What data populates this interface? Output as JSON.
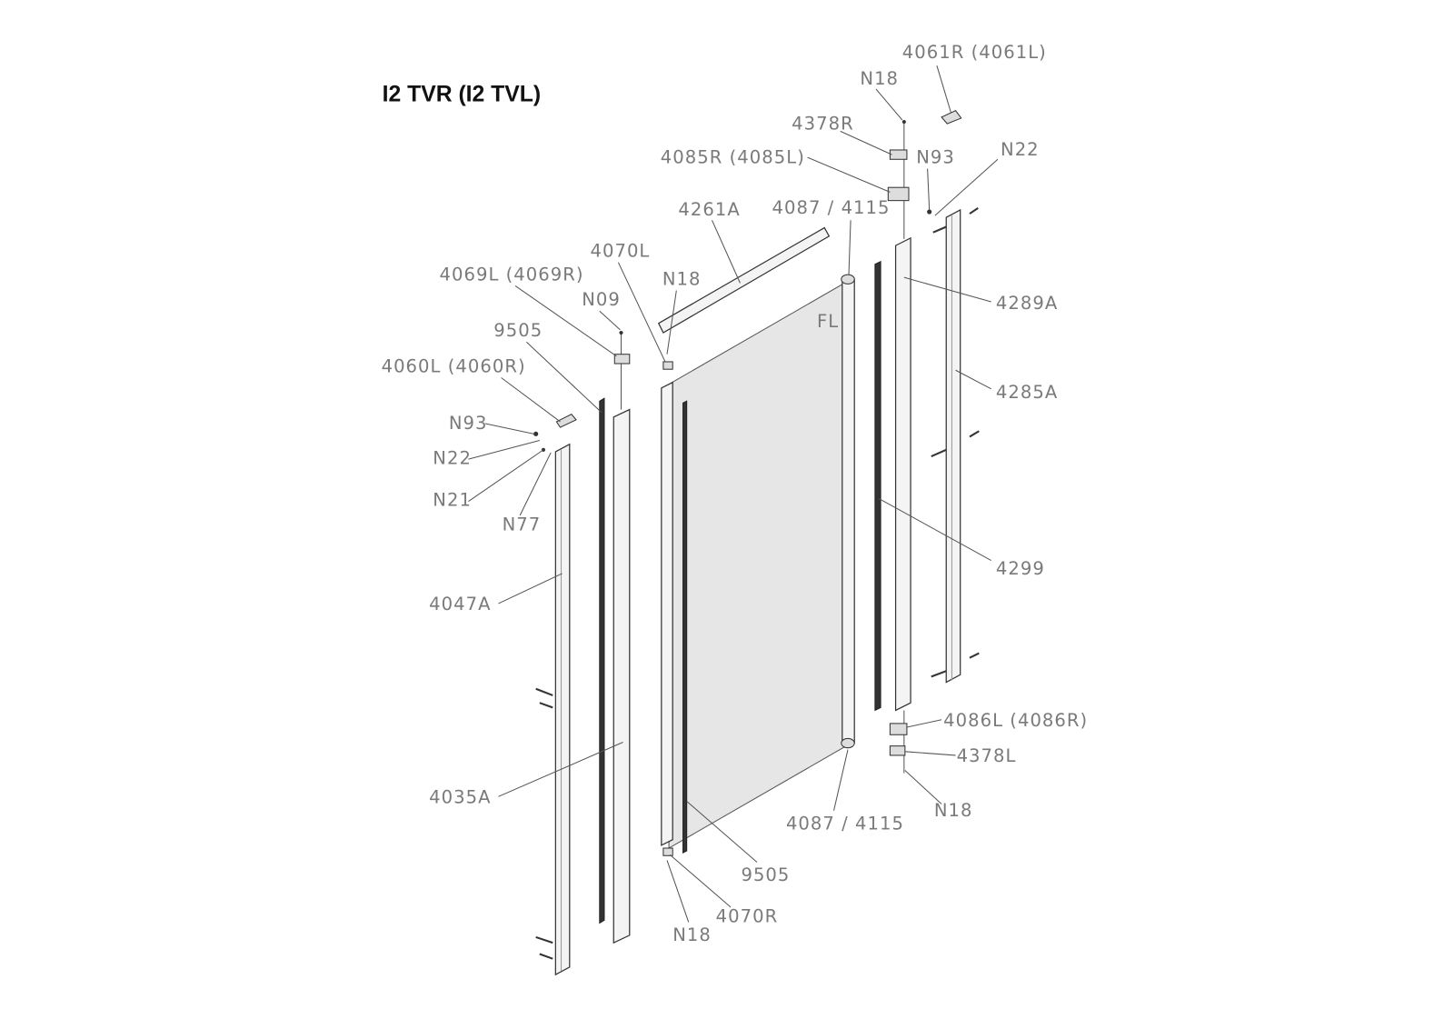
{
  "title": "I2 TVR (I2 TVL)",
  "labels": [
    "4061R (4061L)",
    "N18",
    "4378R",
    "4085R (4085L)",
    "N93",
    "N22",
    "4261A",
    "4087 / 4115",
    "4070L",
    "4069L (4069R)",
    "N18",
    "N09",
    "4289A",
    "9505",
    "FL",
    "4060L (4060R)",
    "4285A",
    "N93",
    "N22",
    "N21",
    "N77",
    "4299",
    "4047A",
    "4086L (4086R)",
    "4378L",
    "4035A",
    "N18",
    "4087 / 4115",
    "9505",
    "4070R",
    "N18"
  ]
}
